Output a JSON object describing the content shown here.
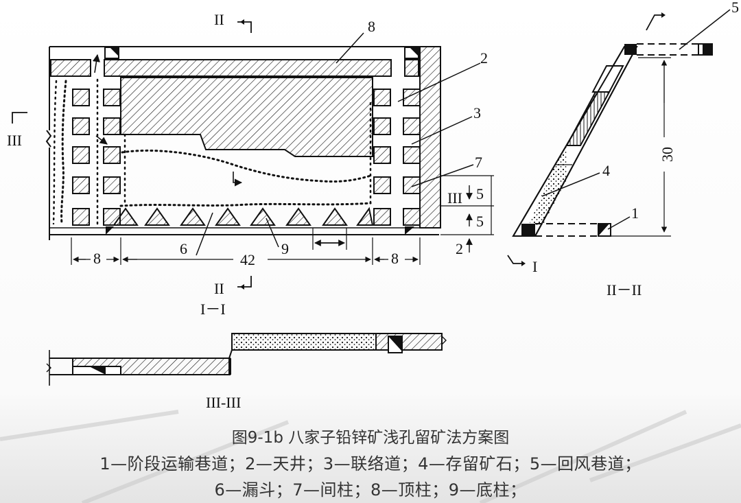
{
  "figure": {
    "caption_title": "图9-1b 八家子铅锌矿浅孔留矿法方案图",
    "legend_line1": "1—阶段运输巷道；2—天井；3—联络道；4—存留矿石；5—回风巷道；",
    "legend_line2": "6—漏斗；7—间柱；8—顶柱；9—底柱；"
  },
  "section_I": {
    "title": "I－I",
    "cut_II_top": "II",
    "cut_II_bottom": "II",
    "cut_III": "III",
    "cut_III_right": "III",
    "dims": {
      "left": "8",
      "middle": "42",
      "right": "8",
      "upper": "5",
      "lower": "5"
    },
    "callouts": {
      "c2": "2",
      "c3": "3",
      "c6": "6",
      "c7": "7",
      "c8": "8",
      "c9": "9",
      "c2b": "2"
    }
  },
  "section_II": {
    "title": "II－II",
    "cut_I": "I",
    "dim_height": "30",
    "callouts": {
      "c1": "1",
      "c4": "4",
      "c5": "5"
    }
  },
  "section_III": {
    "title": "III-III"
  }
}
